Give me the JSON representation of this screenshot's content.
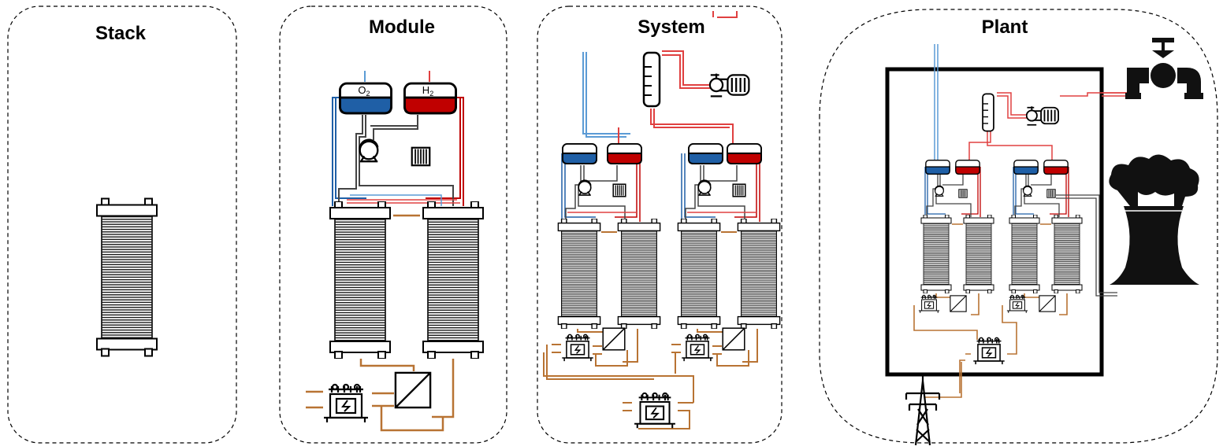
{
  "panels": [
    {
      "id": "stack",
      "title": "Stack"
    },
    {
      "id": "module",
      "title": "Module"
    },
    {
      "id": "system",
      "title": "System"
    },
    {
      "id": "plant",
      "title": "Plant"
    }
  ],
  "module": {
    "oxygen_tank_label": "O",
    "oxygen_tank_sub": "2",
    "hydrogen_tank_label": "H",
    "hydrogen_tank_sub": "2"
  },
  "icons": {
    "stack": "electrolyzer-stack-icon",
    "tank_o2": "oxygen-separator-icon",
    "tank_h2": "hydrogen-separator-icon",
    "pump": "pump-icon",
    "heat_exchanger": "heat-exchanger-icon",
    "transformer": "transformer-icon",
    "rectifier": "rectifier-icon",
    "buffer_tank": "buffer-tank-icon",
    "compressor": "compressor-icon",
    "pipeline": "pipeline-valve-icon",
    "power_plant": "power-plant-icon",
    "grid": "power-tower-icon"
  },
  "colors": {
    "oxygen": "#1f5fa6",
    "oxygen_line": "#5b9bd5",
    "hydrogen": "#c00000",
    "hydrogen_line": "#e04040",
    "electric": "#b87333",
    "water": "#444444"
  }
}
